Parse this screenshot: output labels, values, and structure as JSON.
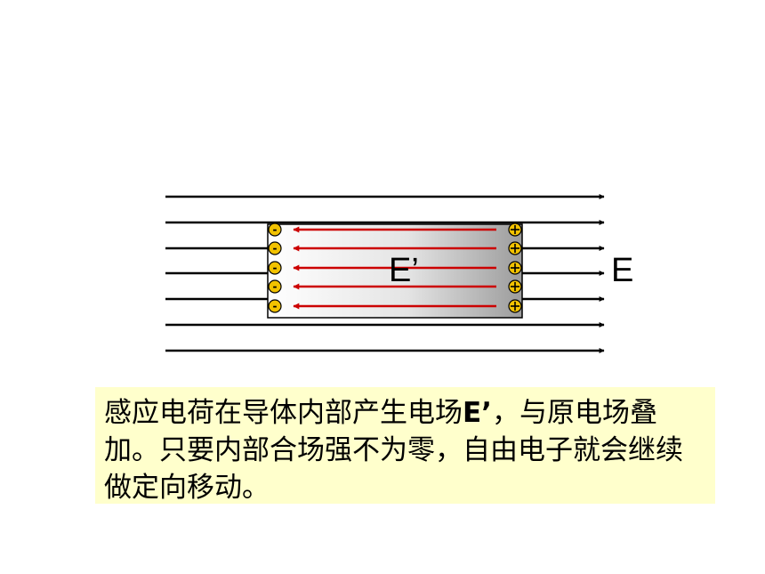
{
  "labels": {
    "induced_field": "E’",
    "external_field": "E"
  },
  "charges": {
    "negative_symbol": "-",
    "positive_symbol": "+",
    "count_per_side": 5
  },
  "caption": {
    "text_before": "感应电荷在导体内部产生电场",
    "field_symbol": "E’",
    "text_after": "，与原电场叠加。只要内部合场强不为零，自由电子就会继续做定向移动。"
  },
  "colors": {
    "external_field_lines": "#000000",
    "induced_field_lines": "#cc0000",
    "charge_fill": "#f2c200",
    "caption_background": "#ffffcc"
  }
}
